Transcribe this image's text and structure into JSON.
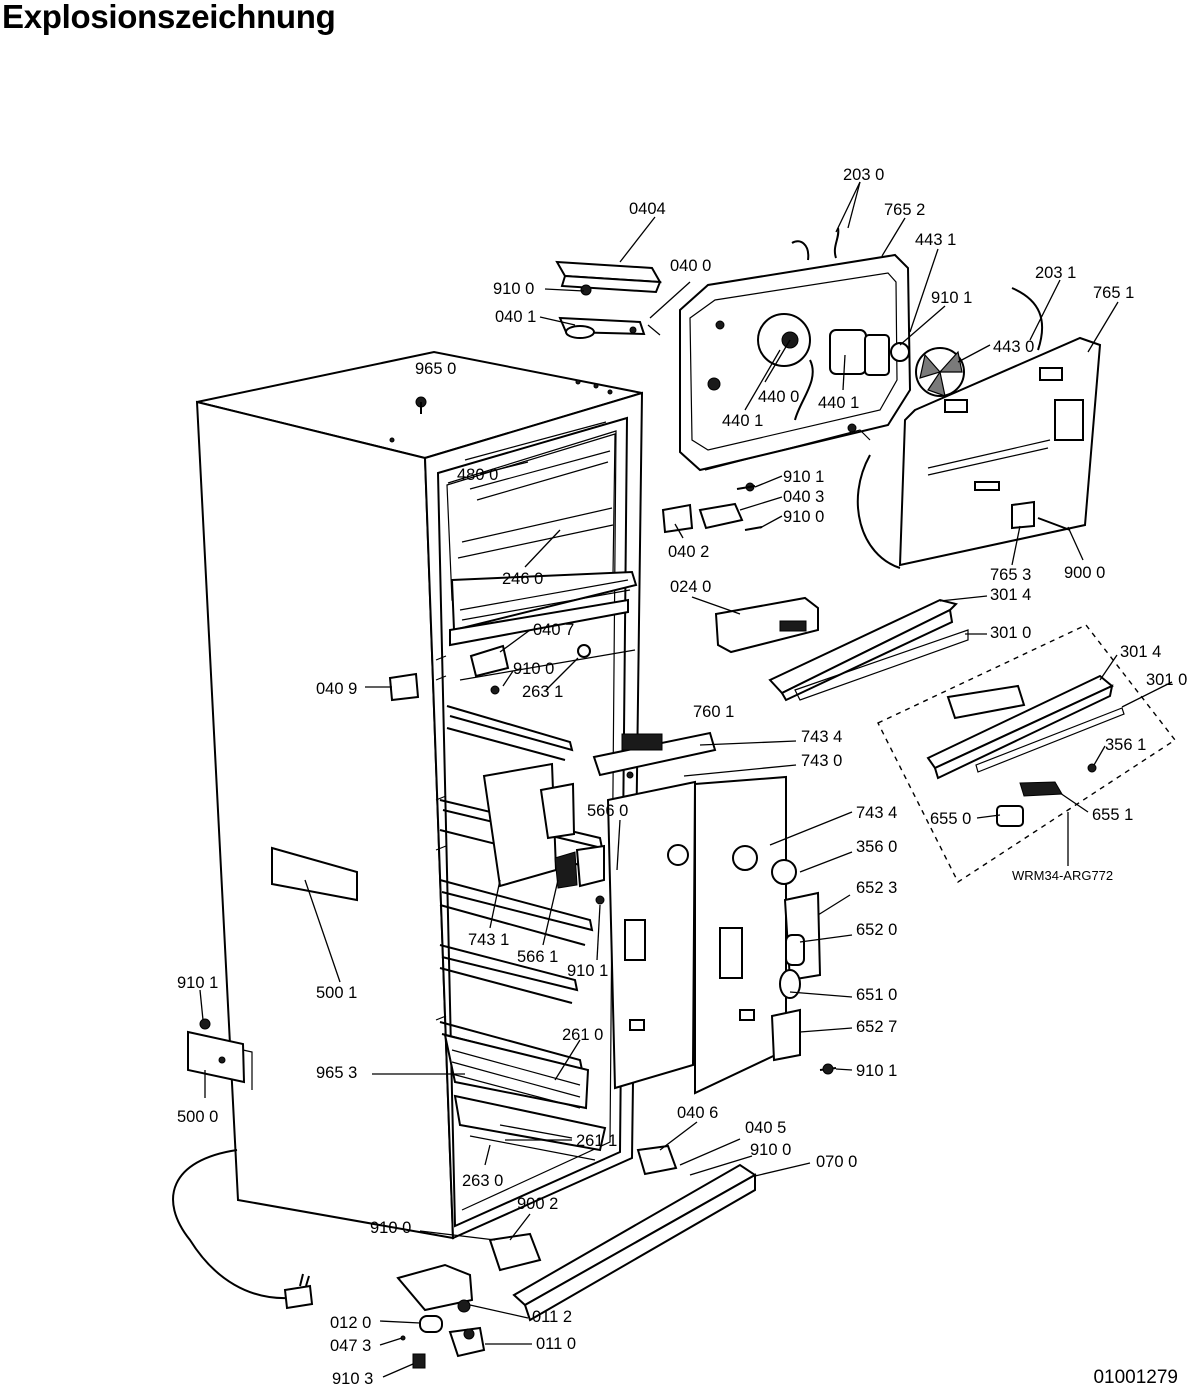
{
  "title": "Explosionszeichnung",
  "document_id": "01001279",
  "group_label": "WRM34-ARG772",
  "part_labels": [
    "203 0",
    "0404",
    "765 2",
    "443 1",
    "040 0",
    "910 0",
    "203 1",
    "910 1",
    "765 1",
    "040 1",
    "443 0",
    "965 0",
    "440 0",
    "440 1",
    "440 1",
    "480 0",
    "910 1",
    "040 3",
    "910 0",
    "040 2",
    "765 3",
    "900 0",
    "246 0",
    "024 0",
    "301 4",
    "301 0",
    "040 7",
    "910 0",
    "040 9",
    "263 1",
    "301 4",
    "301 0",
    "760 1",
    "743 4",
    "743 0",
    "356 1",
    "566 0",
    "655 0",
    "655 1",
    "743 4",
    "356 0",
    "652 3",
    "743 1",
    "566 1",
    "910 1",
    "652 0",
    "910 1",
    "500 1",
    "651 0",
    "652 7",
    "261 0",
    "965 3",
    "910 1",
    "500 0",
    "261 1",
    "040 6",
    "040 5",
    "910 0",
    "070 0",
    "263 0",
    "900 2",
    "910 0",
    "012 0",
    "011 2",
    "047 3",
    "011 0",
    "910 3"
  ]
}
